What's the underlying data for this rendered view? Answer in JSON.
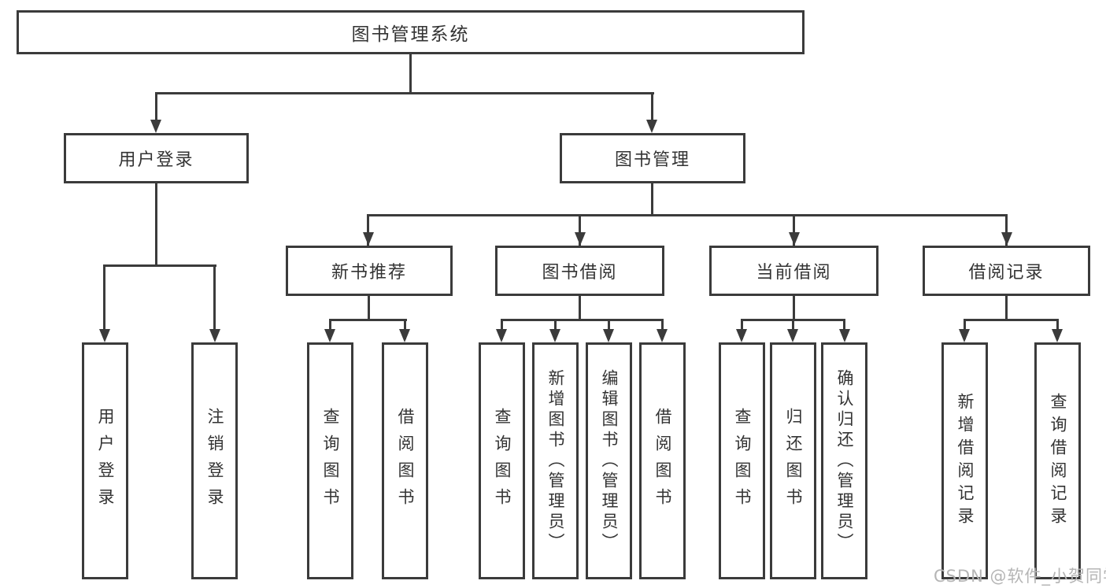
{
  "diagram_type": "hierarchy-tree",
  "tree": {
    "label": "图书管理系统",
    "children": [
      {
        "label": "用户登录",
        "children": [
          {
            "label": "用户登录"
          },
          {
            "label": "注销登录"
          }
        ]
      },
      {
        "label": "图书管理",
        "children": [
          {
            "label": "新书推荐",
            "children": [
              {
                "label": "查询图书"
              },
              {
                "label": "借阅图书"
              }
            ]
          },
          {
            "label": "图书借阅",
            "children": [
              {
                "label": "查询图书"
              },
              {
                "label": "新增图书（管理员）"
              },
              {
                "label": "编辑图书（管理员）"
              },
              {
                "label": "借阅图书"
              }
            ]
          },
          {
            "label": "当前借阅",
            "children": [
              {
                "label": "查询图书"
              },
              {
                "label": "归还图书"
              },
              {
                "label": "确认归还（管理员）"
              }
            ]
          },
          {
            "label": "借阅记录",
            "children": [
              {
                "label": "新增借阅记录"
              },
              {
                "label": "查询借阅记录"
              }
            ]
          }
        ]
      }
    ]
  },
  "watermark": {
    "text": "CSDN @软件_小贺同学"
  },
  "colors": {
    "line": "#3b3b3b",
    "text": "#333333",
    "watermark": "#b5b5b5",
    "background": "#ffffff"
  }
}
